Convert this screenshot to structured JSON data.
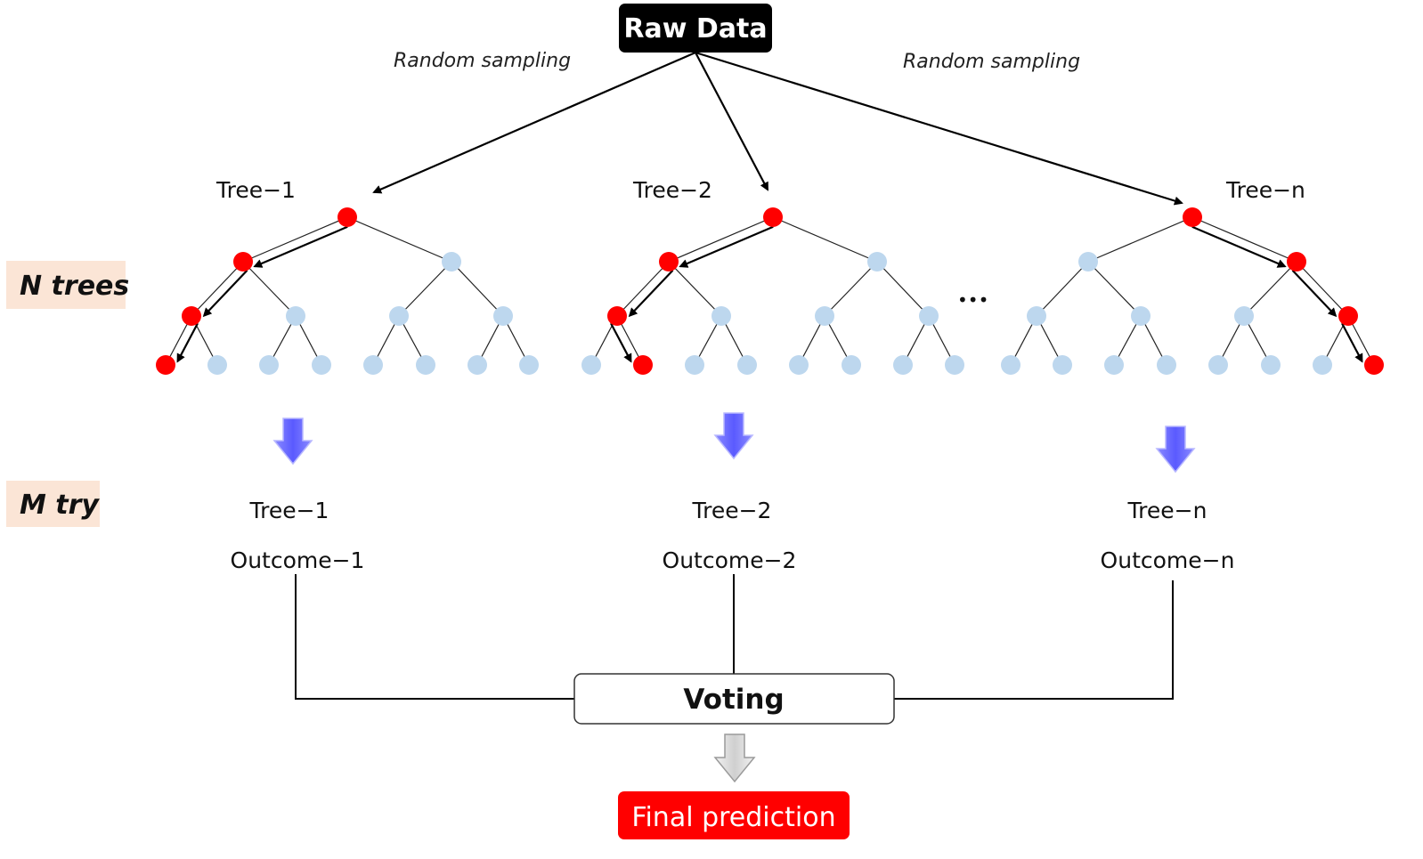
{
  "raw_data": "Raw Data",
  "sampling_labels": [
    "Random sampling",
    "Random sampling"
  ],
  "tree_labels": [
    "Tree−1",
    "Tree−2",
    "Tree−n"
  ],
  "ellipsis": "•••",
  "side_labels": {
    "n_trees": "N trees",
    "m_try": "M try"
  },
  "outcomes": [
    {
      "tree": "Tree−1",
      "outcome": "Outcome−1"
    },
    {
      "tree": "Tree−2",
      "outcome": "Outcome−2"
    },
    {
      "tree": "Tree−n",
      "outcome": "Outcome−n"
    }
  ],
  "voting": "Voting",
  "final_prediction": "Final prediction",
  "colors": {
    "path_node": "#ff0000",
    "other_node": "#bdd7ee",
    "tag_fill": "#fbe5d6",
    "raw_fill": "#000000",
    "final_fill": "#ff0000",
    "blue_arrow": "#6d6dff",
    "grey_arrow": "#d9d9d9"
  },
  "trees": [
    {
      "name": "Tree−1",
      "path_leaf": 0
    },
    {
      "name": "Tree−2",
      "path_leaf": 1
    },
    {
      "name": "Tree−n",
      "path_leaf": 7
    }
  ]
}
